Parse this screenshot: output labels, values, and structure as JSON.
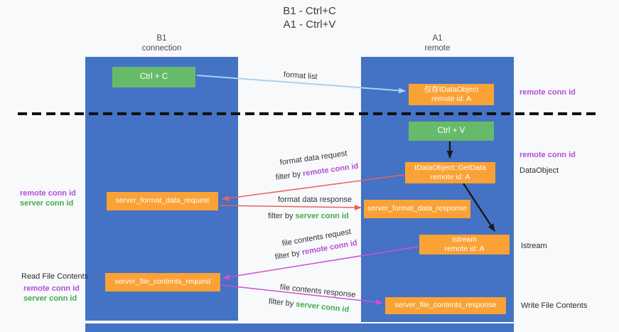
{
  "title": {
    "line1": "B1 - Ctrl+C",
    "line2": "A1 - Ctrl+V"
  },
  "lanes": {
    "left": {
      "name": "B1",
      "subtitle": "connection"
    },
    "right": {
      "name": "A1",
      "subtitle": "remote"
    }
  },
  "nodes": {
    "ctrl_c": {
      "label": "Ctrl + C"
    },
    "cache": {
      "line1": "仅存IDataObject",
      "line2": "remote id: A"
    },
    "ctrl_v": {
      "label": "Ctrl + V"
    },
    "getdata": {
      "line1": "IDataObject::GetData",
      "line2": "remote id: A"
    },
    "istream": {
      "line1": "Istream",
      "line2": "remote id: A"
    },
    "format_request": {
      "label": "server_format_data_request"
    },
    "format_response": {
      "label": "server_format_data_response"
    },
    "file_request": {
      "label": "server_file_contents_request"
    },
    "file_response": {
      "label": "server_file_contents_response"
    }
  },
  "edges": {
    "format_list": {
      "label": "format list"
    },
    "format_request": {
      "label": "format data request",
      "filter_prefix": "filter by ",
      "filter_key": "remote conn id"
    },
    "format_response": {
      "label": "format data response",
      "filter_prefix": "filter by ",
      "filter_key": "server conn id"
    },
    "file_request": {
      "label": "file contents request",
      "filter_prefix": "filter by ",
      "filter_key": "remote conn id"
    },
    "file_response": {
      "label": "file contents response",
      "filter_prefix": "filter by ",
      "filter_key": "server conn id"
    }
  },
  "annotations": {
    "remote_conn_id_top": "remote conn id",
    "remote_conn_id_mid": "remote conn id",
    "dataobject": "DataObject",
    "istream": "Istream",
    "write_file_contents": "Write File Contents",
    "read_file_contents": "Read File Contents",
    "left_remote_conn_id_format": "remote conn id",
    "left_server_conn_id_format": "server conn id",
    "left_remote_conn_id_file": "remote conn id",
    "left_server_conn_id_file": "server conn id"
  },
  "colors": {
    "lane_fill": "#4472C4",
    "green_node": "#66BB6A",
    "orange_node": "#FBA236",
    "purple_text": "#B14FD6",
    "green_text": "#3FAE49",
    "arrow_format_list": "#A9D3EE",
    "arrow_format": "#E8655A",
    "arrow_file": "#D24FD2",
    "arrow_black": "#1A1A1A",
    "background": "#F8F9FB"
  }
}
